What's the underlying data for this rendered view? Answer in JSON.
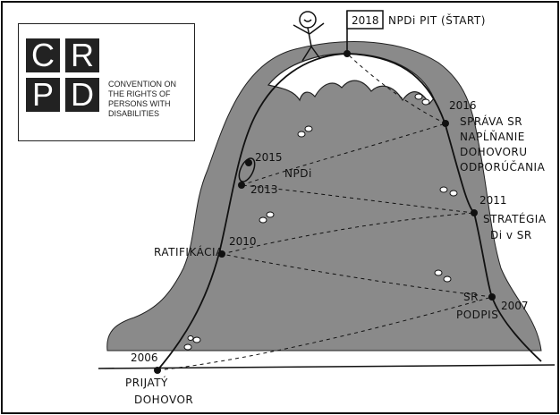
{
  "logo": {
    "letters": [
      "C",
      "R",
      "P",
      "D"
    ],
    "tagline": "CONVENTION ON THE RIGHTS OF PERSONS WITH DISABILITIES"
  },
  "flag_year": "2018",
  "flag_text": "NPDi PIT (ŠTART)",
  "milestones": {
    "y2006": "2006",
    "prijaty_line1": "PRIJATÝ",
    "prijaty_line2": "DOHOVOR",
    "ratifikacia": "RATIFIKÁCIA",
    "y2010": "2010",
    "y2013": "2013",
    "npdi": "NPDi",
    "y2015": "2015",
    "y2016": "2016",
    "sprava_line1": "SPRÁVA SR",
    "sprava_line2": "NAPĹŇANIE",
    "sprava_line3": "DOHOVORU",
    "sprava_line4": "ODPORÚČANIA",
    "y2011": "2011",
    "strategia_line1": "STRATÉGIA",
    "strategia_line2": "Di v SR",
    "sr": "SR",
    "podpis": "PODPIS",
    "y2007": "2007"
  },
  "colors": {
    "mountain": "#8a8a8a",
    "ink": "#111111"
  }
}
